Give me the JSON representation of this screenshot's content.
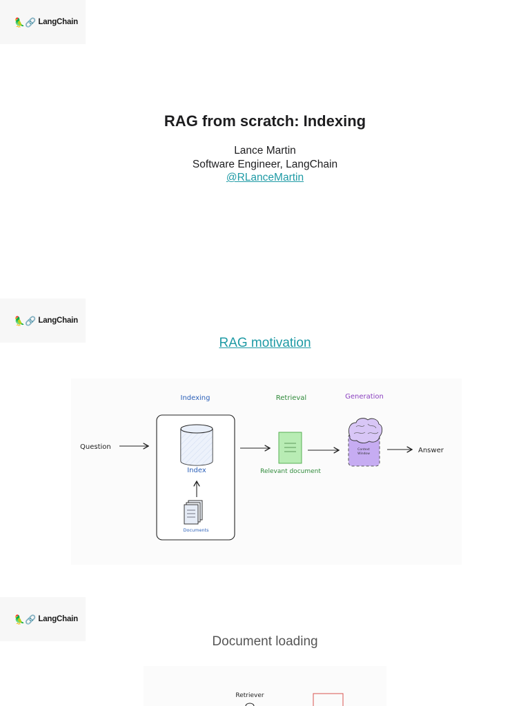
{
  "brand": {
    "name": "LangChain",
    "icon": "🦜🔗"
  },
  "slide1": {
    "title": "RAG from scratch: Indexing",
    "author": "Lance Martin",
    "role": "Software Engineer, LangChain",
    "handle": "@RLanceMartin"
  },
  "slide2": {
    "title": "RAG motivation",
    "diagram": {
      "label_indexing": "Indexing",
      "label_retrieval": "Retrieval",
      "label_generation": "Generation",
      "question": "Question",
      "index": "Index",
      "documents": "Documents",
      "relevant_document": "Relevant document",
      "context_window_line1": "Context",
      "context_window_line2": "Window",
      "answer": "Answer",
      "colors": {
        "indexing": "#2a5fb8",
        "retrieval": "#2f8a3a",
        "generation": "#8a3fbf"
      }
    }
  },
  "slide3": {
    "title": "Document loading",
    "diagram": {
      "retriever": "Retriever"
    }
  }
}
